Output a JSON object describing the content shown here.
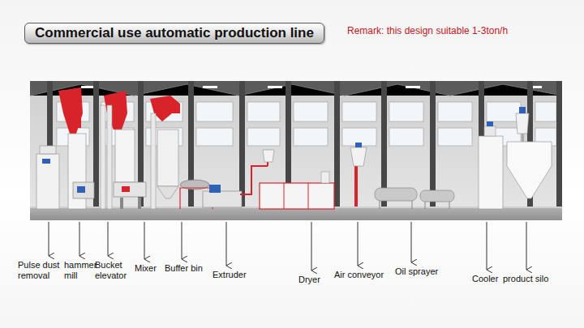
{
  "diagram": {
    "title": "Commercial use automatic production line",
    "labels": [
      "Remark: this design suitable 1-3ton/h",
      "Pulse dust removal",
      "hammer mill",
      "Bucket elevator",
      "Mixer",
      "Buffer bin",
      "Extruder",
      "Dryer",
      "Air conveyor",
      "Oil sprayer",
      "Cooler",
      "product silo"
    ]
  }
}
